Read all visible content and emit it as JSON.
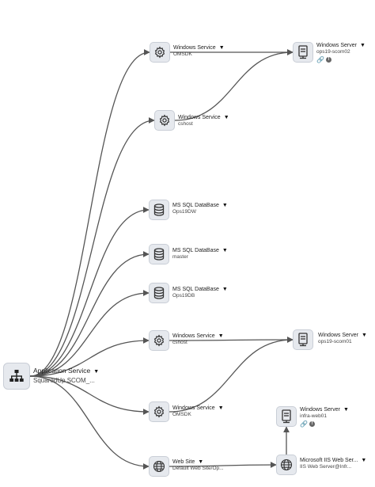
{
  "diagram": {
    "nodes": [
      {
        "id": "app",
        "title": "Application Service",
        "subtitle": "SquaredUp SCOM_...",
        "icon": "hierarchy-icon",
        "expandable": true
      },
      {
        "id": "ws-omsdk-1",
        "title": "Windows Service",
        "subtitle": "OMSDK",
        "icon": "gear-icon",
        "expandable": true
      },
      {
        "id": "ws-cshost-1",
        "title": "Windows Service",
        "subtitle": "cshost",
        "icon": "gear-icon",
        "expandable": true
      },
      {
        "id": "db-ops19dw",
        "title": "MS SQL DataBase",
        "subtitle": "Ops19DW",
        "icon": "database-icon",
        "expandable": true
      },
      {
        "id": "db-master",
        "title": "MS SQL DataBase",
        "subtitle": "master",
        "icon": "database-icon",
        "expandable": true
      },
      {
        "id": "db-ops19db",
        "title": "MS SQL DataBase",
        "subtitle": "Ops19DB",
        "icon": "database-icon",
        "expandable": true
      },
      {
        "id": "ws-cshost-2",
        "title": "Windows Service",
        "subtitle": "cshost",
        "icon": "gear-icon",
        "expandable": true
      },
      {
        "id": "ws-omsdk-2",
        "title": "Windows Service",
        "subtitle": "OMSDK",
        "icon": "gear-icon",
        "expandable": true
      },
      {
        "id": "website",
        "title": "Web Site",
        "subtitle": "Default Web Site/Op...",
        "icon": "globe-icon",
        "expandable": true
      },
      {
        "id": "srv-scom02",
        "title": "Windows Server",
        "subtitle": "ops19-scom02",
        "icon": "server-icon",
        "expandable": true,
        "badges": [
          "link-icon",
          "info-icon"
        ]
      },
      {
        "id": "srv-scom01",
        "title": "Windows Server",
        "subtitle": "ops19-scom01",
        "icon": "server-icon",
        "expandable": true
      },
      {
        "id": "srv-infraweb01",
        "title": "Windows Server",
        "subtitle": "infra-web01",
        "icon": "server-icon",
        "expandable": true,
        "badges": [
          "link-icon",
          "info-icon"
        ]
      },
      {
        "id": "iis",
        "title": "Microsoft IIS Web Ser...",
        "subtitle": "IIS Web Server@Infr...",
        "icon": "globe-icon",
        "expandable": true
      }
    ],
    "edges": [
      {
        "from": "app",
        "to": "ws-omsdk-1"
      },
      {
        "from": "app",
        "to": "ws-cshost-1"
      },
      {
        "from": "app",
        "to": "db-ops19dw"
      },
      {
        "from": "app",
        "to": "db-master"
      },
      {
        "from": "app",
        "to": "db-ops19db"
      },
      {
        "from": "app",
        "to": "ws-cshost-2"
      },
      {
        "from": "app",
        "to": "ws-omsdk-2"
      },
      {
        "from": "app",
        "to": "website"
      },
      {
        "from": "ws-omsdk-1",
        "to": "srv-scom02"
      },
      {
        "from": "ws-cshost-1",
        "to": "srv-scom02"
      },
      {
        "from": "ws-cshost-2",
        "to": "srv-scom01"
      },
      {
        "from": "ws-omsdk-2",
        "to": "srv-scom01"
      },
      {
        "from": "website",
        "to": "iis"
      },
      {
        "from": "iis",
        "to": "srv-infraweb01"
      }
    ],
    "caret_glyph": "▼",
    "edge_color": "#555555"
  }
}
